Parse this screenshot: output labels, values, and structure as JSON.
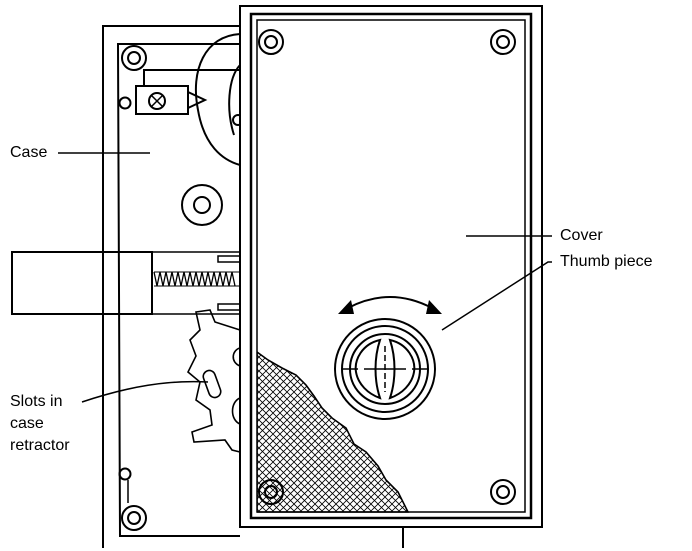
{
  "labels": {
    "case": "Case",
    "cover": "Cover",
    "thumb_piece": "Thumb piece",
    "slots_line1": "Slots in",
    "slots_line2": "case",
    "slots_line3": "retractor"
  },
  "colors": {
    "ink": "#000000",
    "paper": "#ffffff"
  }
}
